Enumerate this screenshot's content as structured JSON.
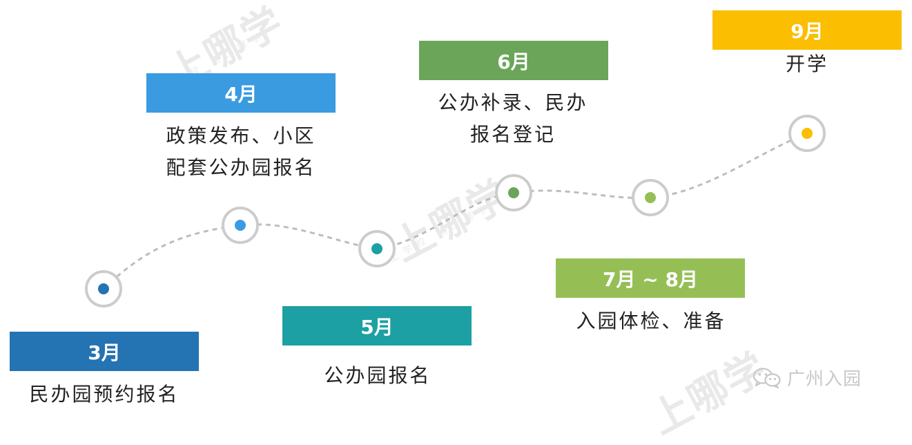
{
  "watermark": {
    "logo": "上哪学",
    "tagline": "上学校 用上哪学"
  },
  "milestones": [
    {
      "month": "3月",
      "desc": "民办园预约报名",
      "color": "#2473b3"
    },
    {
      "month": "4月",
      "desc": "政策发布、小区\n配套公办园报名",
      "color": "#3a9be0"
    },
    {
      "month": "5月",
      "desc": "公办园报名",
      "color": "#1ca0a4"
    },
    {
      "month": "6月",
      "desc": "公办补录、民办\n报名登记",
      "color": "#6aa55a"
    },
    {
      "month": "7月 ~ 8月",
      "desc": "入园体检、准备",
      "color": "#95bf55"
    },
    {
      "month": "9月",
      "desc": "开学",
      "color": "#fbbe00"
    }
  ],
  "footer": {
    "brand": "广州入园",
    "icon": "wechat-icon"
  }
}
